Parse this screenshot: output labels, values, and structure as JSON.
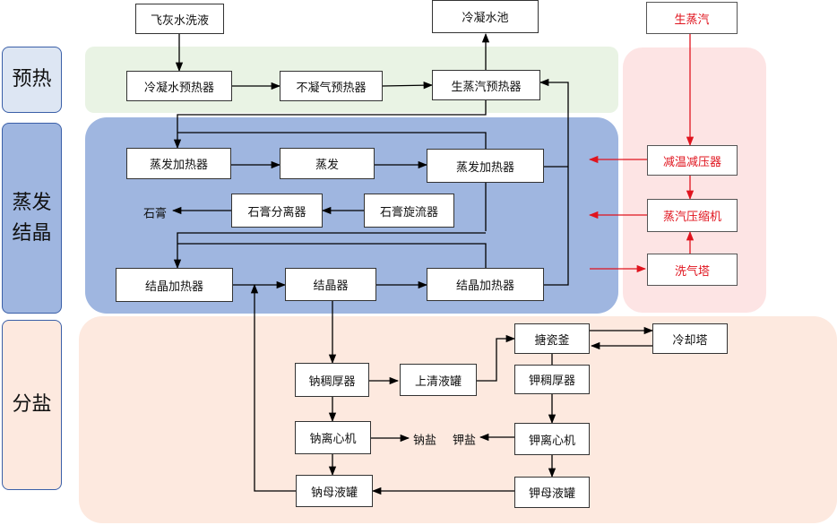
{
  "sections": {
    "preheat": "预热",
    "evap": "蒸发结晶",
    "separate": "分盐"
  },
  "nodes": {
    "fly_ash_wash": "飞灰水洗液",
    "condensate_pool": "冷凝水池",
    "live_steam": "生蒸汽",
    "condensate_preheater": "冷凝水预热器",
    "noncondensable_preheater": "不凝气预热器",
    "live_steam_preheater": "生蒸汽预热器",
    "evap_heater_1": "蒸发加热器",
    "evaporator": "蒸发",
    "evap_heater_2": "蒸发加热器",
    "desuperheater": "减温减压器",
    "gypsum_separator": "石膏分离器",
    "gypsum_cyclone": "石膏旋流器",
    "vapor_compressor": "蒸汽压缩机",
    "cryst_heater_1": "结晶加热器",
    "crystallizer": "结晶器",
    "cryst_heater_2": "结晶加热器",
    "scrubber": "洗气塔",
    "enamel_kettle": "搪瓷釜",
    "cooling_tower": "冷却塔",
    "sodium_thickener": "钠稠厚器",
    "supernatant_tank": "上清液罐",
    "potassium_thickener": "钾稠厚器",
    "sodium_centrifuge": "钠离心机",
    "potassium_centrifuge": "钾离心机",
    "sodium_mother_tank": "钠母液罐",
    "potassium_mother_tank": "钾母液罐"
  },
  "outputs": {
    "gypsum": "石膏",
    "sodium_salt": "钠盐",
    "potassium_salt": "钾盐"
  },
  "colors": {
    "preheat_bg": "#e9f3e4",
    "evap_bg": "#9fb6e0",
    "separate_bg": "#fde9df",
    "steam_bg": "#fde4e4",
    "label_bg_1": "#dde6f3",
    "label_bg_2": "#9fb6e0",
    "label_bg_3": "#fde9df",
    "flow": "#000000",
    "steam_flow": "#e0141e"
  }
}
